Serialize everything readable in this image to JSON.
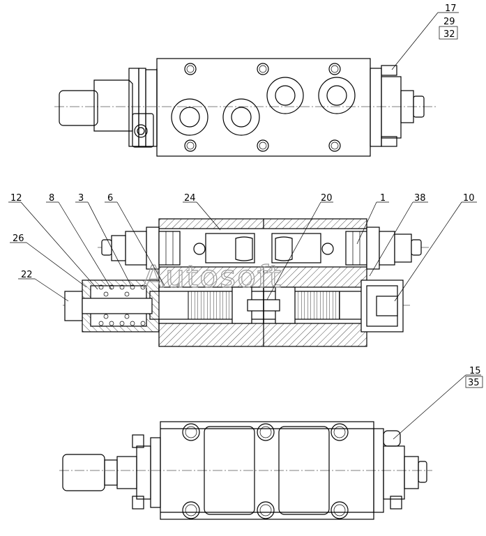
{
  "callouts": {
    "c17": "17",
    "c29": "29",
    "c32": "32",
    "c12": "12",
    "c8": "8",
    "c3": "3",
    "c6": "6",
    "c24": "24",
    "c20": "20",
    "c1": "1",
    "c38": "38",
    "c10": "10",
    "c26": "26",
    "c22": "22",
    "c15": "15",
    "c35": "35"
  },
  "watermark": "Autosoft"
}
